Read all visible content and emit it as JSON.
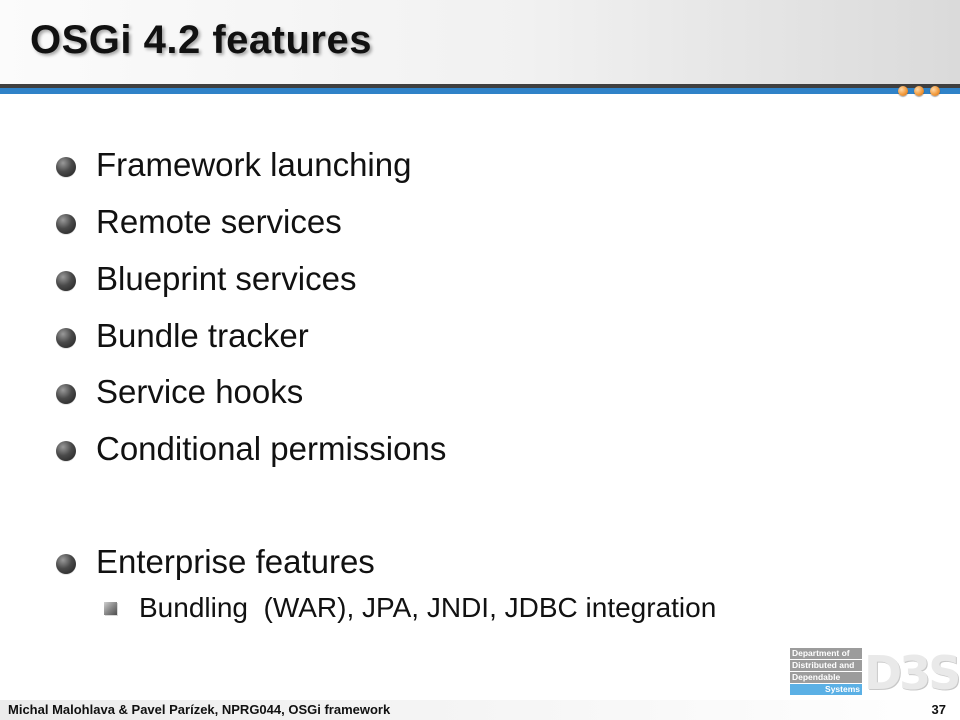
{
  "slide": {
    "title": "OSGi 4.2 features",
    "bullets": [
      "Framework launching",
      "Remote services",
      "Blueprint services",
      "Bundle tracker",
      "Service hooks",
      "Conditional permissions",
      "Enterprise features"
    ],
    "sub_bullets": [
      "Bundling  (WAR), JPA, JNDI, JDBC integration"
    ]
  },
  "footer": {
    "text": "Michal Malohlava & Pavel Parízek, NPRG044, OSGi framework",
    "page_number": "37"
  },
  "logo": {
    "lines": [
      "Department of",
      "Distributed and",
      "Dependable",
      "Systems"
    ],
    "mark": "D3S"
  },
  "colors": {
    "accent_blue": "#2f82c8",
    "rule_dark": "#3f3f3f",
    "dot_orange": "#f29a3c"
  },
  "icons": {
    "bullet": "round-bullet-icon",
    "sub_bullet": "square-bullet-icon",
    "decoration": "orange-dot-icon"
  }
}
